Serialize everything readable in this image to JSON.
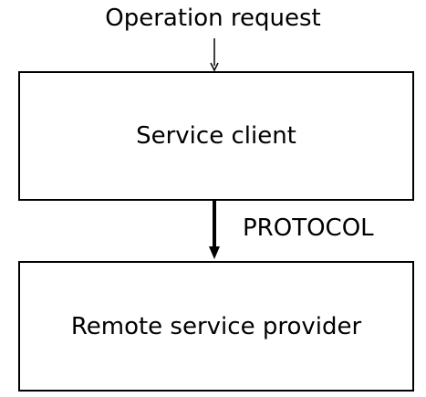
{
  "diagram": {
    "input_label": "Operation request",
    "client_label": "Service client",
    "protocol_label": "PROTOCOL",
    "provider_label": "Remote service provider"
  },
  "colors": {
    "stroke": "#000000",
    "background": "#ffffff"
  }
}
